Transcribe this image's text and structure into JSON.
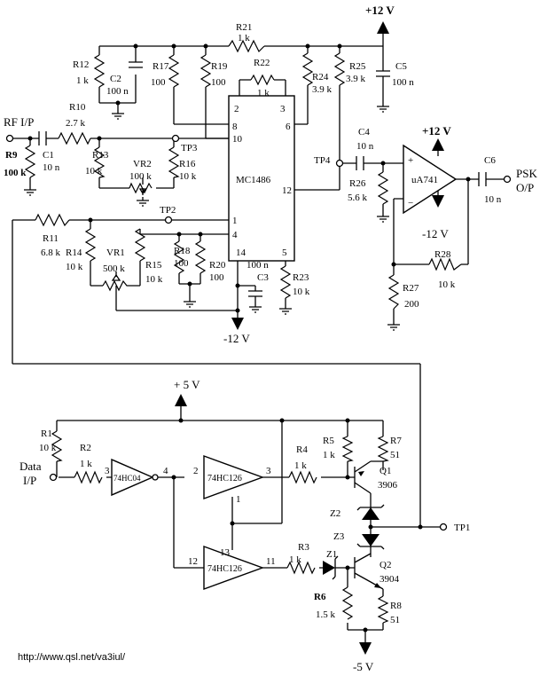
{
  "labels": {
    "vcc12": "+12 V",
    "vcc12_op": "+12 V",
    "vee12": "-12 V",
    "vee12_op": "-12 V",
    "vcc5": "+ 5 V",
    "vee5": "-5 V",
    "rf_in": "RF I/P",
    "psk_out_1": "PSK",
    "psk_out_2": "O/P",
    "data_in_1": "Data",
    "data_in_2": "I/P",
    "tp1": "TP1",
    "tp2": "TP2",
    "tp3": "TP3",
    "tp4": "TP4",
    "url": "http://www.qsl.net/va3iul/"
  },
  "ics": {
    "mc1486": "MC1486",
    "ua741": "uA741",
    "inv": "74HC04",
    "buf1": "74HC126",
    "buf2": "74HC126"
  },
  "pins": {
    "mc_2": "2",
    "mc_3": "3",
    "mc_8": "8",
    "mc_10": "10",
    "mc_6": "6",
    "mc_12": "12",
    "mc_1": "1",
    "mc_4": "4",
    "mc_14": "14",
    "mc_5": "5",
    "op_plus": "+",
    "op_minus": "−",
    "inv_3": "3",
    "inv_4": "4",
    "b1_2": "2",
    "b1_3": "3",
    "b1_1": "1",
    "b2_12": "12",
    "b2_13": "13",
    "b2_11": "11"
  },
  "components": {
    "r21_name": "R21",
    "r21_val": "1 k",
    "r12_name": "R12",
    "r12_val": "1 k",
    "c2_name": "C2",
    "c2_val": "100 n",
    "r17_name": "R17",
    "r17_val": "100",
    "r19_name": "R19",
    "r19_val": "100",
    "r22_name": "R22",
    "r22_val": "1 k",
    "r24_name": "R24",
    "r24_val": "3.9 k",
    "r25_name": "R25",
    "r25_val": "3.9 k",
    "c5_name": "C5",
    "c5_val": "100 n",
    "r10_name": "R10",
    "r10_val": "2.7 k",
    "c1_name": "C1",
    "c1_val": "10 n",
    "r9_name": "R9",
    "r9_val": "100 k",
    "r13_name": "R13",
    "r13_val": "10 k",
    "vr2_name": "VR2",
    "vr2_val": "100 k",
    "r16_name": "R16",
    "r16_val": "10 k",
    "c4_name": "C4",
    "c4_val": "10 n",
    "r26_name": "R26",
    "r26_val": "5.6 k",
    "c6_name": "C6",
    "c6_val": "10 n",
    "r11_name": "R11",
    "r11_val": "6.8 k",
    "r14_name": "R14",
    "r14_val": "10 k",
    "vr1_name": "VR1",
    "vr1_val": "500 k",
    "r15_name": "R15",
    "r15_val": "10 k",
    "r18_name": "R18",
    "r18_val": "100",
    "r20_name": "R20",
    "r20_val": "100",
    "c3_name": "C3",
    "c3_val": "100 n",
    "r23_name": "R23",
    "r23_val": "10 k",
    "r28_name": "R28",
    "r28_val": "10 k",
    "r27_name": "R27",
    "r27_val": "200",
    "r1_name": "R1",
    "r1_val": "10 k",
    "r2_name": "R2",
    "r2_val": "1 k",
    "r4_name": "R4",
    "r4_val": "1 k",
    "r5_name": "R5",
    "r5_val": "1 k",
    "r7_name": "R7",
    "r7_val": "51",
    "q1_name": "Q1",
    "q1_val": "3906",
    "z2_name": "Z2",
    "z3_name": "Z3",
    "z1_name": "Z1",
    "r3_name": "R3",
    "r3_val": "1 k",
    "q2_name": "Q2",
    "q2_val": "3904",
    "r6_name": "R6",
    "r6_val": "1.5 k",
    "r8_name": "R8",
    "r8_val": "51"
  }
}
